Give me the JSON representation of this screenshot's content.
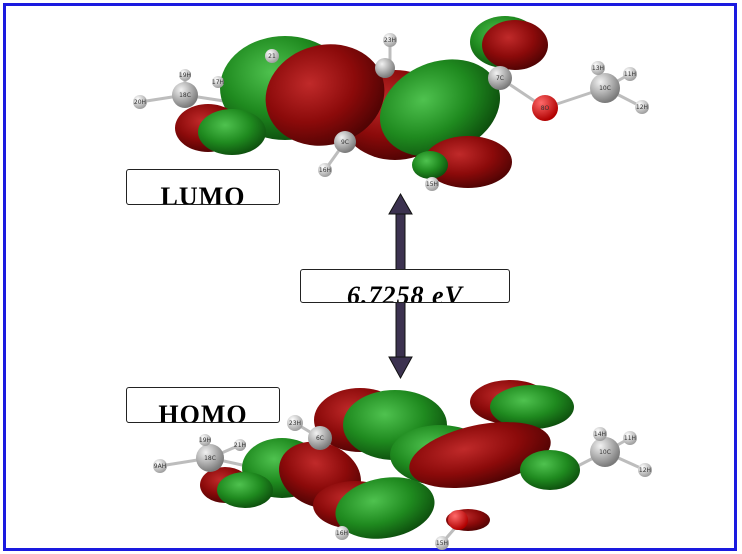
{
  "labels": {
    "lumo": "LUMO",
    "homo": "HOMO",
    "energy_gap": "6.7258 eV"
  },
  "atom_labels": {
    "lumo": [
      "23H",
      "7C",
      "13H",
      "11H",
      "10C",
      "12H",
      "8O",
      "19H",
      "18C",
      "17H",
      "20H",
      "9C",
      "16H",
      "15H",
      "21"
    ],
    "homo": [
      "23H",
      "6C",
      "19H",
      "21H",
      "18C",
      "9AH",
      "14H",
      "11H",
      "10C",
      "12H",
      "16H",
      "15H"
    ]
  },
  "colors": {
    "frame": "#1a1adf",
    "orbital_positive": "#8b0a0a",
    "orbital_negative": "#1f8a1f",
    "arrow": "#3c3250",
    "oxygen": "#e01010",
    "carbon": "#a8a8a8",
    "hydrogen": "#d8d8d8"
  }
}
